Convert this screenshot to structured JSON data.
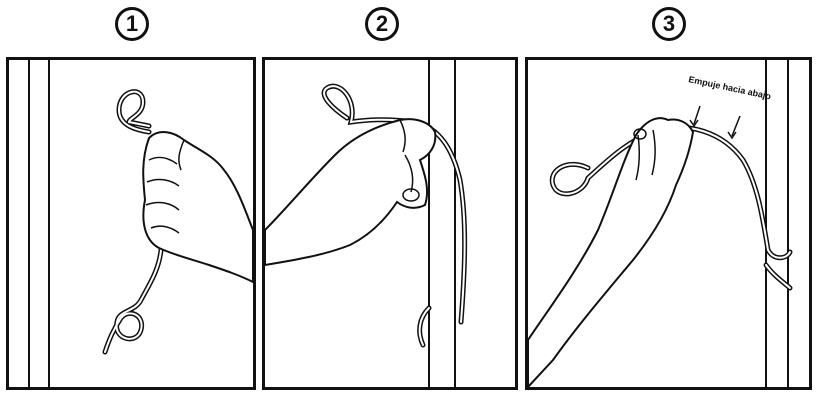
{
  "steps": [
    {
      "number": "1"
    },
    {
      "number": "2"
    },
    {
      "number": "3"
    }
  ],
  "annotation": {
    "push_down": "Empuje hacia abajo"
  },
  "colors": {
    "line": "#111111",
    "background": "#ffffff"
  }
}
